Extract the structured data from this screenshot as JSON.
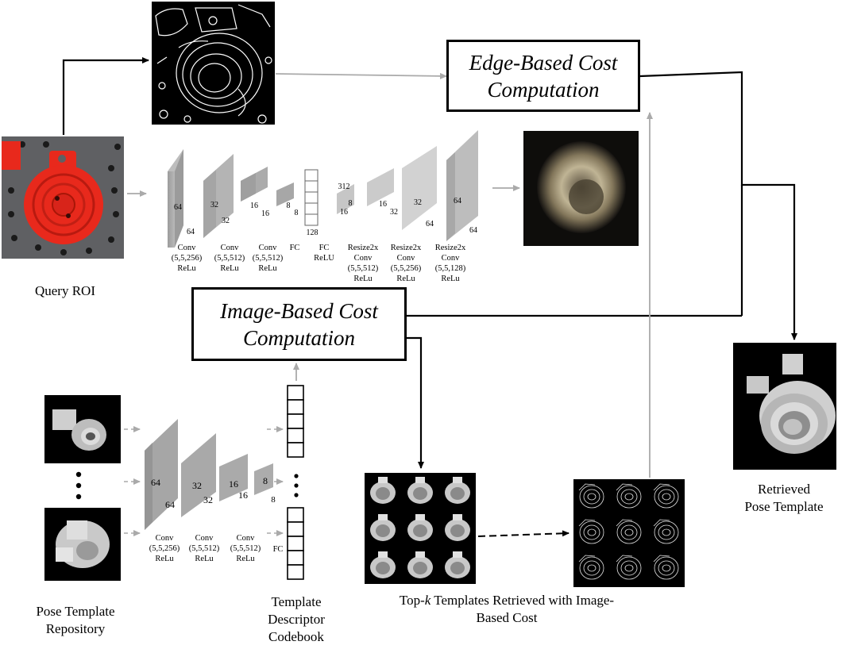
{
  "boxes": {
    "edge_cost": [
      "Edge-Based Cost",
      "Computation"
    ],
    "image_cost": [
      "Image-Based Cost",
      "Computation"
    ]
  },
  "labels": {
    "query_roi": "Query ROI",
    "retrieved": [
      "Retrieved",
      "Pose Template"
    ],
    "repository": [
      "Pose Template",
      "Repository"
    ],
    "codebook": [
      "Template",
      "Descriptor",
      "Codebook"
    ],
    "topk_line1_pre": "Top-",
    "topk_k": "k",
    "topk_line1_post": " Templates Retrieved with Image-",
    "topk_line2": "Based Cost"
  },
  "top_network": {
    "dims": [
      "64",
      "64",
      "32",
      "32",
      "16",
      "16",
      "8",
      "8",
      "128",
      "312",
      "8",
      "16",
      "16",
      "32",
      "32",
      "64",
      "64"
    ],
    "layers": [
      [
        "Conv",
        "(5,5,256)",
        "ReLu"
      ],
      [
        "Conv",
        "(5,5,512)",
        "ReLu"
      ],
      [
        "Conv",
        "(5,5,512)",
        "ReLu"
      ],
      [
        "FC"
      ],
      [
        "FC",
        "ReLU"
      ],
      [
        "Resize2x",
        "Conv",
        "(5,5,512)",
        "ReLu"
      ],
      [
        "Resize2x",
        "Conv",
        "(5,5,256)",
        "ReLu"
      ],
      [
        "Resize2x",
        "Conv",
        "(5,5,128)",
        "ReLu"
      ]
    ]
  },
  "bottom_network": {
    "dims": [
      "64",
      "64",
      "32",
      "32",
      "16",
      "16",
      "8",
      "8"
    ],
    "layers": [
      [
        "Conv",
        "(5,5,256)",
        "ReLu"
      ],
      [
        "Conv",
        "(5,5,512)",
        "ReLu"
      ],
      [
        "Conv",
        "(5,5,512)",
        "ReLu"
      ],
      [
        "FC"
      ]
    ]
  },
  "colors": {
    "arrow_gray": "#aaaaaa",
    "layer_gray": "#a6a6a6",
    "query_red": "#e8291c"
  }
}
